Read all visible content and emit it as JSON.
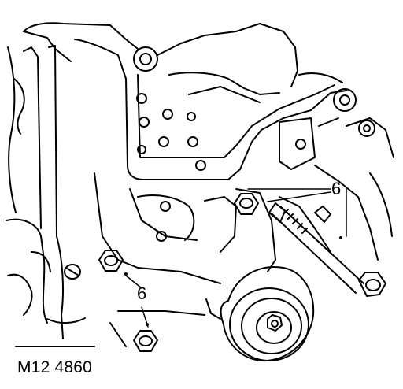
{
  "diagram": {
    "figure_reference": "M12 4860",
    "callouts": [
      {
        "id": "callout-top",
        "label": "6"
      },
      {
        "id": "callout-bottom",
        "label": "6"
      }
    ],
    "colors": {
      "line": "#000000",
      "background": "#ffffff"
    }
  }
}
